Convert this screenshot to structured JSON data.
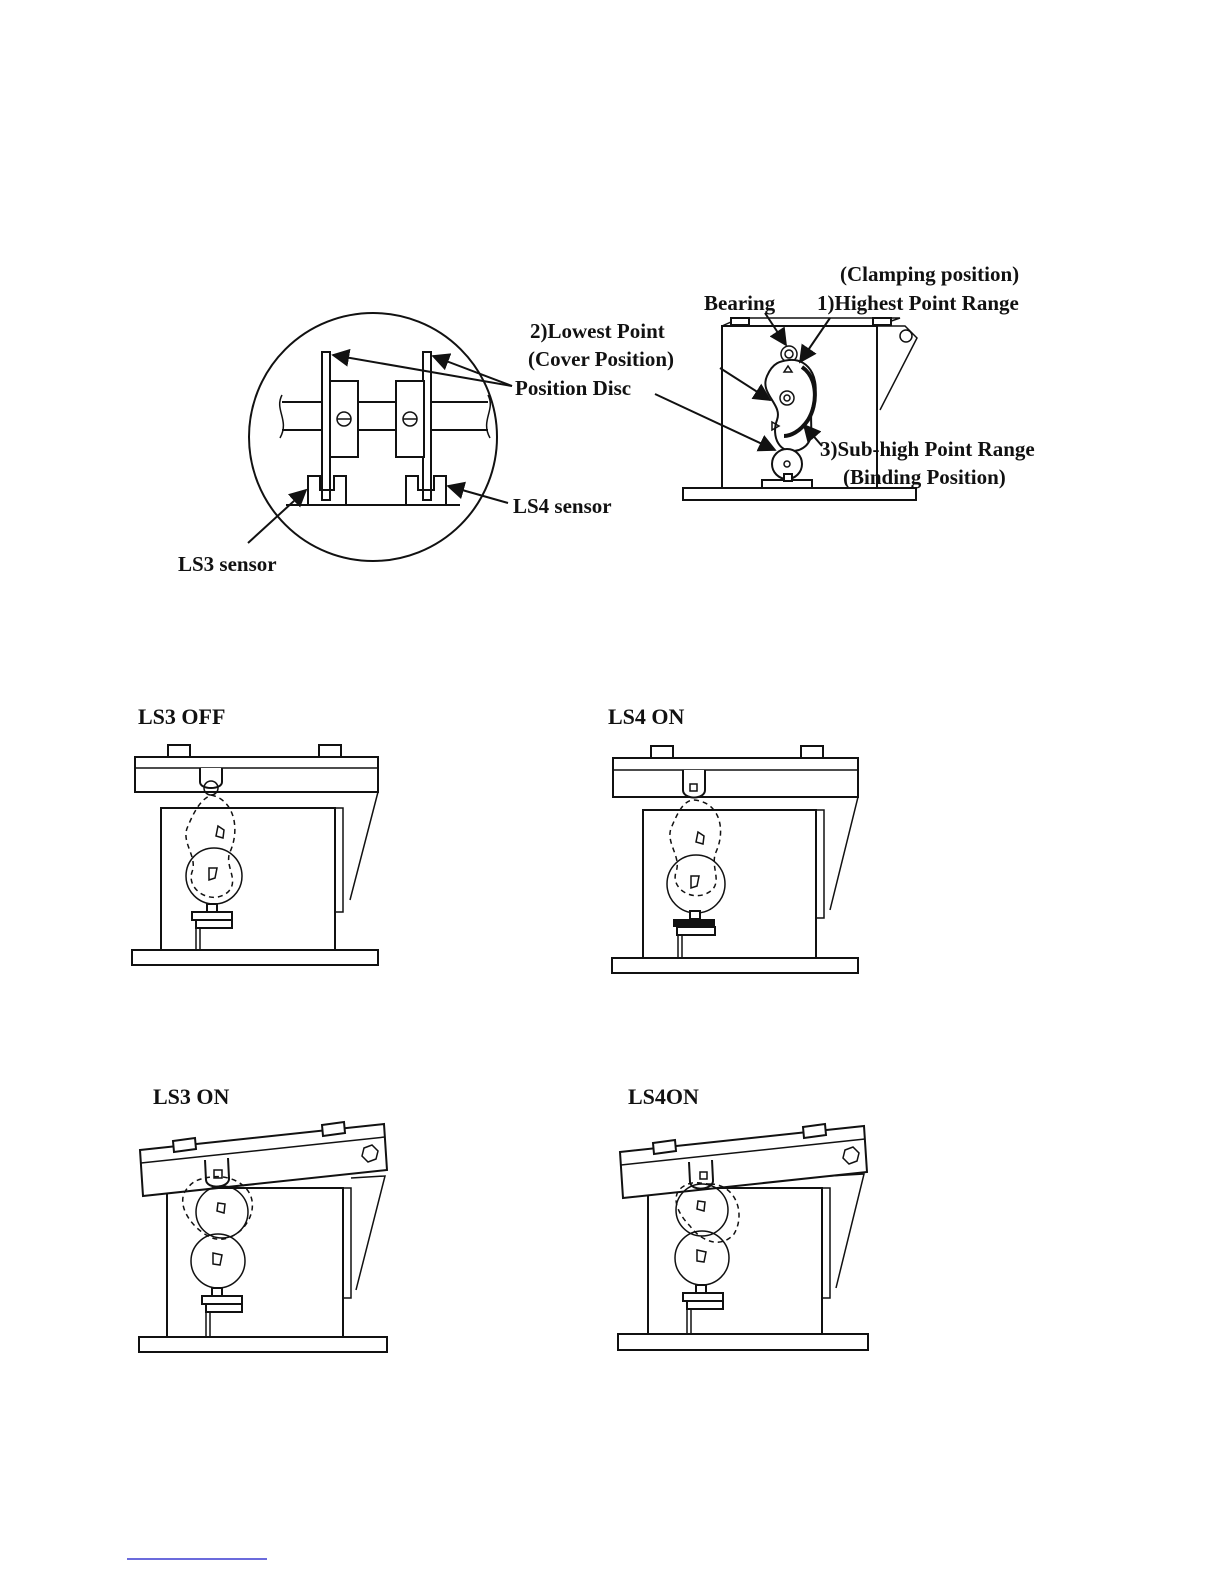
{
  "labels": {
    "clamping_position": "(Clamping position)",
    "bearing": "Bearing",
    "highest_point": "1)Highest Point Range",
    "lowest_point": "2)Lowest Point",
    "cover_position": "(Cover Position)",
    "position_disc": "Position Disc",
    "sub_high_point": "3)Sub-high Point Range",
    "binding_position": "(Binding Position)",
    "ls4_sensor": "LS4 sensor",
    "ls3_sensor": "LS3 sensor"
  },
  "states": {
    "ls3_off": "LS3 OFF",
    "ls4_on_top": "LS4 ON",
    "ls3_on": "LS3 ON",
    "ls4_on_bottom": "LS4ON"
  },
  "footer_link_color": "#3a3ad0"
}
